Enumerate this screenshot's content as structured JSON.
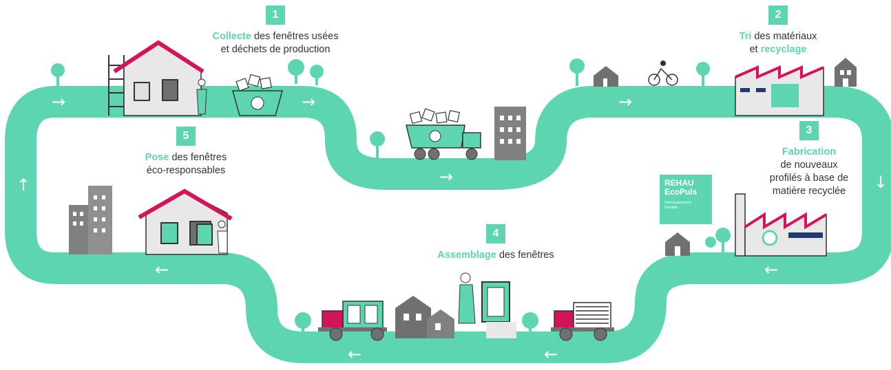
{
  "steps": [
    {
      "number": "1",
      "highlight": "Collecte",
      "text_line1": " des fenêtres usées",
      "text_line2": "et déchets de production"
    },
    {
      "number": "2",
      "highlight1": "Tri",
      "text_line1": " des matériaux",
      "text_line2_pre": "et ",
      "highlight2": "recyclage"
    },
    {
      "number": "3",
      "highlight": "Fabrication",
      "text_line1": "de nouveaux",
      "text_line2": "profilés à base de",
      "text_line3": "matière recyclée"
    },
    {
      "number": "4",
      "highlight": "Assemblage",
      "text_line1": " des fenêtres"
    },
    {
      "number": "5",
      "highlight": "Pose",
      "text_line1": " des fenêtres",
      "text_line2": "éco-responsables"
    }
  ],
  "logo": {
    "line1": "REHAU",
    "line2": "EcoPuls",
    "sub1": "Développement",
    "sub2": "Durable"
  },
  "arrows": {
    "right": "→",
    "left": "←",
    "up": "↑",
    "down": "↓"
  },
  "colors": {
    "path": "#5dd5b1",
    "accent": "#d4145a",
    "icon": "#707070",
    "text": "#333333"
  }
}
